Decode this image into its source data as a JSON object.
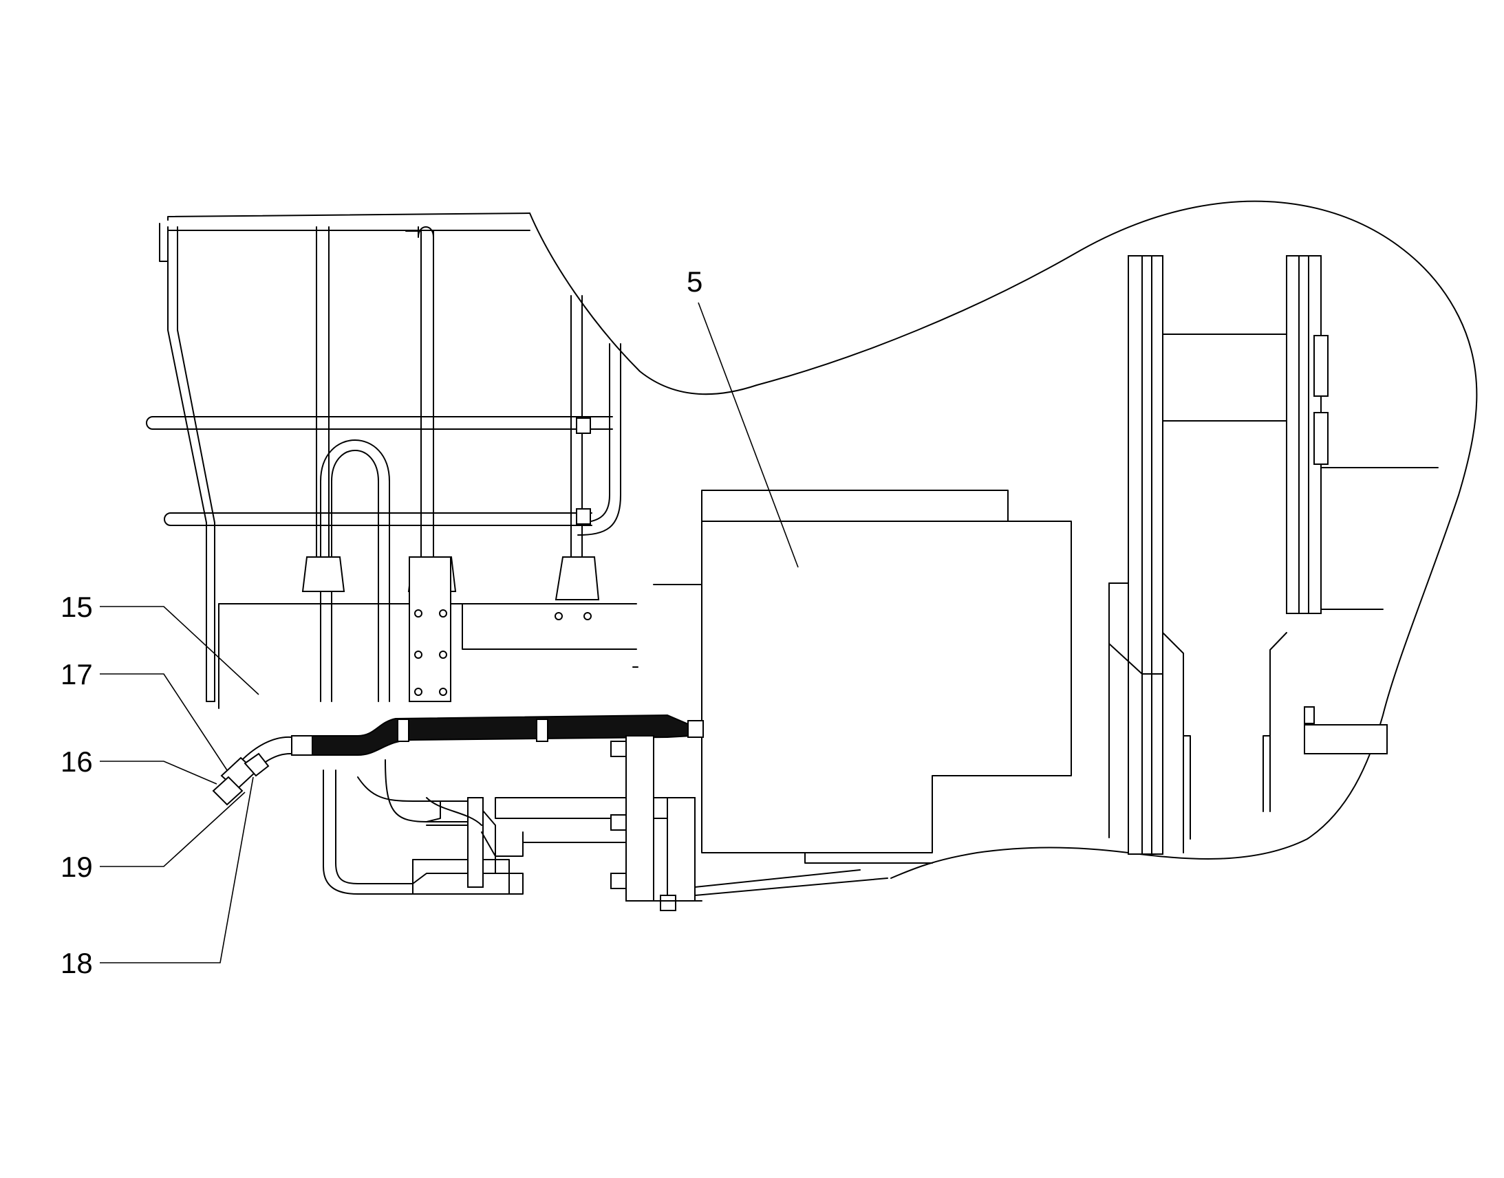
{
  "callouts": [
    {
      "id": "5",
      "label": "5"
    },
    {
      "id": "15",
      "label": "15"
    },
    {
      "id": "17",
      "label": "17"
    },
    {
      "id": "16",
      "label": "16"
    },
    {
      "id": "19",
      "label": "19"
    },
    {
      "id": "18",
      "label": "18"
    }
  ],
  "colors": {
    "line": "#000000",
    "background": "#ffffff"
  }
}
